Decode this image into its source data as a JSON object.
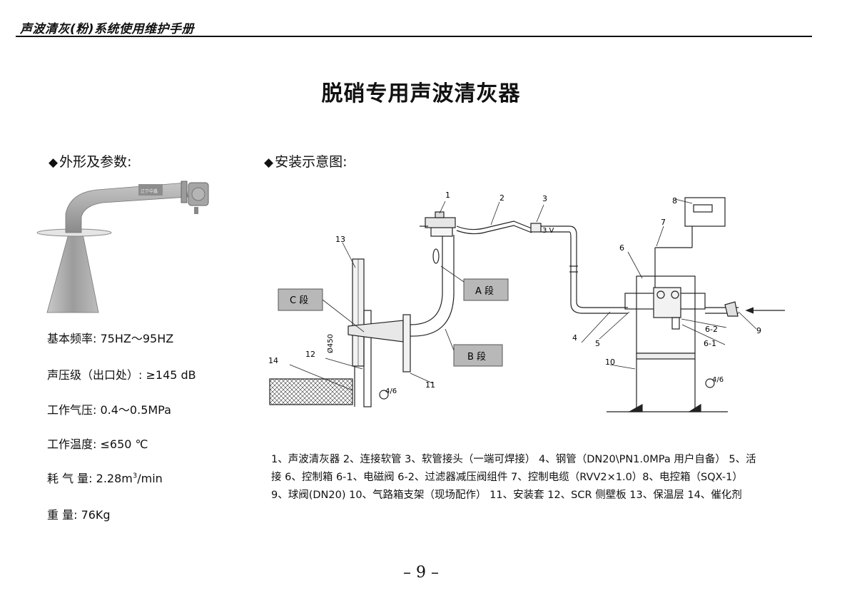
{
  "header": {
    "manual_title": "声波清灰(粉)系统使用维护手册"
  },
  "page": {
    "title": "脱硝专用声波清灰器",
    "page_number": "– 9 –"
  },
  "sections": {
    "appearance": {
      "bullet": "◆",
      "label": "外形及参数:"
    },
    "install": {
      "bullet": "◆",
      "label": "安装示意图:"
    }
  },
  "params": [
    {
      "text": "基本频率: 75HZ～95HZ"
    },
    {
      "text": "声压级（出口处）: ≥145 dB"
    },
    {
      "text": "工作气压: 0.4～0.5MPa"
    },
    {
      "text": "工作温度:   ≤650 ℃"
    },
    {
      "label": "耗 气 量: 2.28m",
      "sup": "3",
      "suffix": "/min"
    },
    {
      "text": "重      量: 76Kg"
    }
  ],
  "diagram": {
    "callouts": [
      "1",
      "2",
      "3",
      "4",
      "5",
      "6",
      "6-1",
      "6-2",
      "7",
      "8",
      "9",
      "10",
      "11",
      "12",
      "13",
      "14"
    ],
    "segment_labels": {
      "a": "A 段",
      "b": "B 段",
      "c": "C 段"
    },
    "voltage_label": "3 V",
    "diameter_label": "Ø450",
    "left_ground_code": "4/6",
    "right_ground_code": "4/6"
  },
  "legend": {
    "text": "1、声波清灰器   2、连接软管  3、软管接头（一端可焊接）  4、钢管（DN20\\PN1.0MPa  用户自备）  5、活接 6、控制箱     6-1、电磁阀 6-2、过滤器减压阀组件 7、控制电缆（RVV2×1.0）8、电控箱（SQX-1）  9、球阀(DN20) 10、气路箱支架（现场配作）  11、安装套  12、SCR 侧壁板   13、保温层  14、催化剂"
  },
  "colors": {
    "text": "#111111",
    "rule": "#111111",
    "label_box": "#b8b8b8",
    "device_body": "#a9a9a9"
  }
}
